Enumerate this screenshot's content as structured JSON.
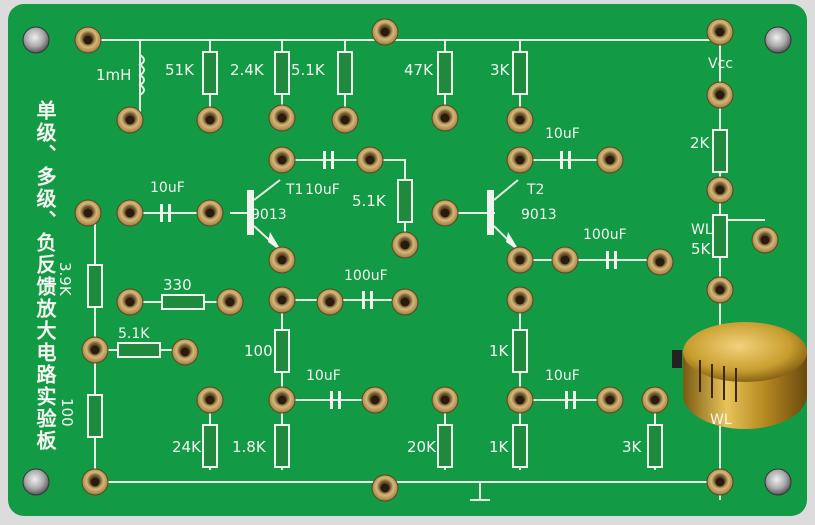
{
  "board": {
    "title": "单级、多级、负反馈放大电路实验板",
    "colors": {
      "pcb": "#129a45",
      "silk": "#f4f4f0",
      "pad": "#c8a35a",
      "knob": "#c79d2e"
    }
  },
  "labels": {
    "inductor": "1mH",
    "r_51k": "51K",
    "r_2_4k": "2.4K",
    "r_5_1k_top": "5.1K",
    "r_47k": "47K",
    "r_3k_top": "3K",
    "vcc": "Vcc",
    "c1": "10uF",
    "t1": "T1",
    "t1_part": "9013",
    "c2": "10uF",
    "r_5_1k_mid": "5.1K",
    "t2": "T2",
    "t2_part": "9013",
    "c3": "10uF",
    "r_2k": "2K",
    "wl": "WL",
    "wl_val": "5K",
    "r_3_9k": "3.9K",
    "r_330": "330",
    "c4": "100uF",
    "c5": "100uF",
    "r_5_1k_left": "5.1K",
    "r_100_left": "100",
    "r_100_mid": "100",
    "c6": "10uF",
    "r_1k_mid": "1K",
    "c7": "10uF",
    "r_24k": "24K",
    "r_1_8k": "1.8K",
    "r_20k": "20K",
    "r_1k_bot": "1K",
    "r_3k_bot": "3K",
    "wl_bottom": "WL"
  }
}
